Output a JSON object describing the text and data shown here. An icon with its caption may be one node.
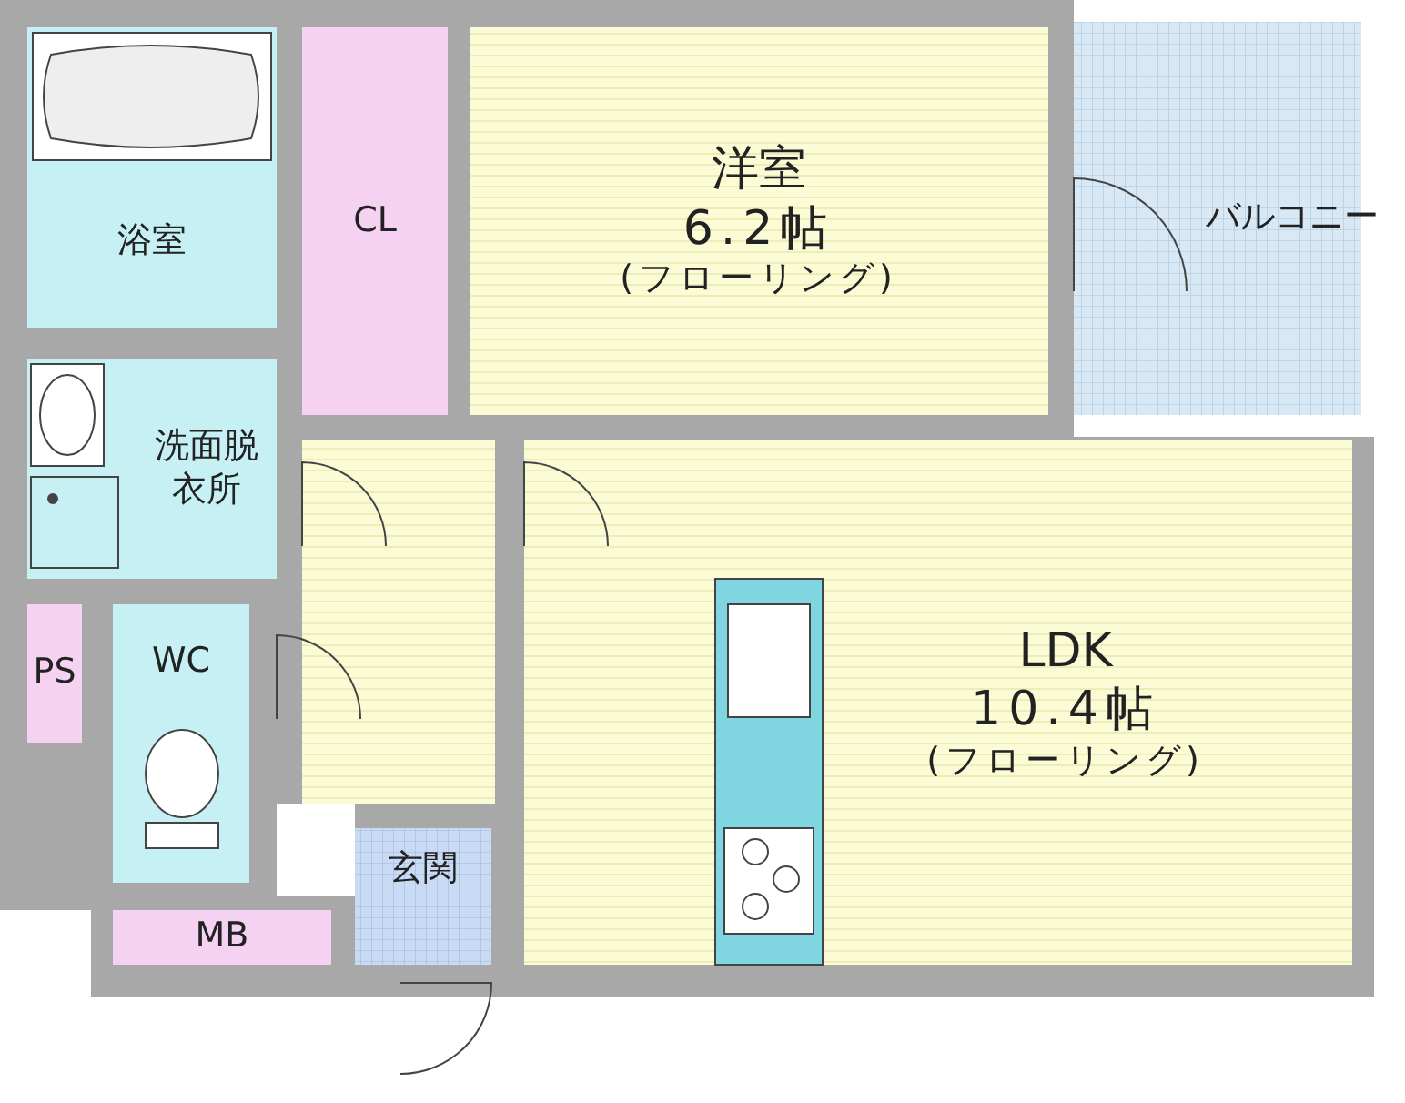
{
  "diagram": {
    "nodes": [
      {
        "text": [
          "浴室"
        ]
      },
      {
        "text": [
          "CL"
        ]
      },
      {
        "text": [
          "洋室",
          "6.2帖",
          "(フローリング)"
        ]
      },
      {
        "text": [
          "バルコニー"
        ]
      },
      {
        "text": [
          "洗面脱衣所"
        ]
      },
      {
        "text": [
          "PS"
        ]
      },
      {
        "text": [
          "WC"
        ]
      },
      {
        "text": [
          "LDK",
          "10.4帖",
          "(フローリング)"
        ]
      },
      {
        "text": [
          "玄関"
        ]
      },
      {
        "text": [
          "MB"
        ]
      }
    ]
  }
}
